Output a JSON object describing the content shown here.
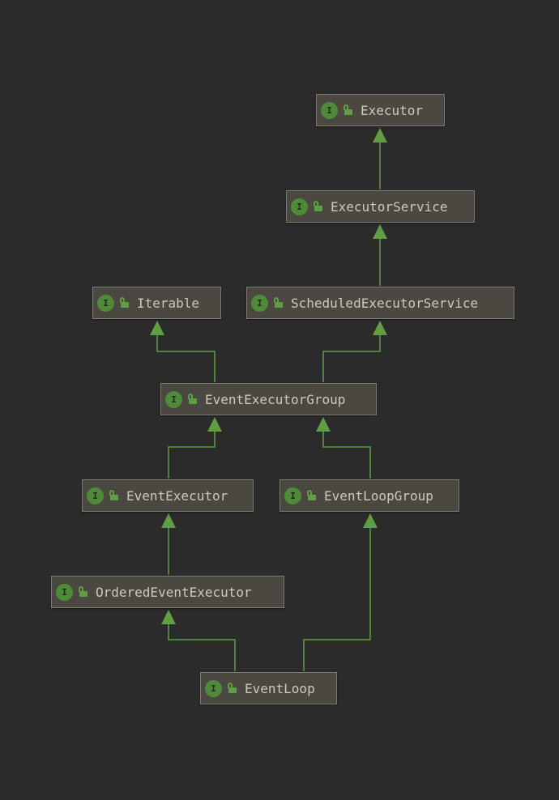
{
  "diagram": {
    "accent_color": "#5f9e44",
    "node_fill": "#4a4840",
    "background": "#2b2b2b",
    "node_icon": {
      "letter": "I",
      "name": "interface-icon"
    },
    "lock_icon_name": "unlocked-icon",
    "nodes": [
      {
        "id": "executor",
        "label": "Executor"
      },
      {
        "id": "executor-service",
        "label": "ExecutorService"
      },
      {
        "id": "iterable",
        "label": "Iterable"
      },
      {
        "id": "scheduled-executor-service",
        "label": "ScheduledExecutorService"
      },
      {
        "id": "event-executor-group",
        "label": "EventExecutorGroup"
      },
      {
        "id": "event-executor",
        "label": "EventExecutor"
      },
      {
        "id": "event-loop-group",
        "label": "EventLoopGroup"
      },
      {
        "id": "ordered-event-executor",
        "label": "OrderedEventExecutor"
      },
      {
        "id": "event-loop",
        "label": "EventLoop"
      }
    ],
    "edges": [
      {
        "from": "executor-service",
        "to": "executor"
      },
      {
        "from": "scheduled-executor-service",
        "to": "executor-service"
      },
      {
        "from": "event-executor-group",
        "to": "iterable"
      },
      {
        "from": "event-executor-group",
        "to": "scheduled-executor-service"
      },
      {
        "from": "event-executor",
        "to": "event-executor-group"
      },
      {
        "from": "event-loop-group",
        "to": "event-executor-group"
      },
      {
        "from": "ordered-event-executor",
        "to": "event-executor"
      },
      {
        "from": "event-loop",
        "to": "ordered-event-executor"
      },
      {
        "from": "event-loop",
        "to": "event-loop-group"
      }
    ]
  }
}
